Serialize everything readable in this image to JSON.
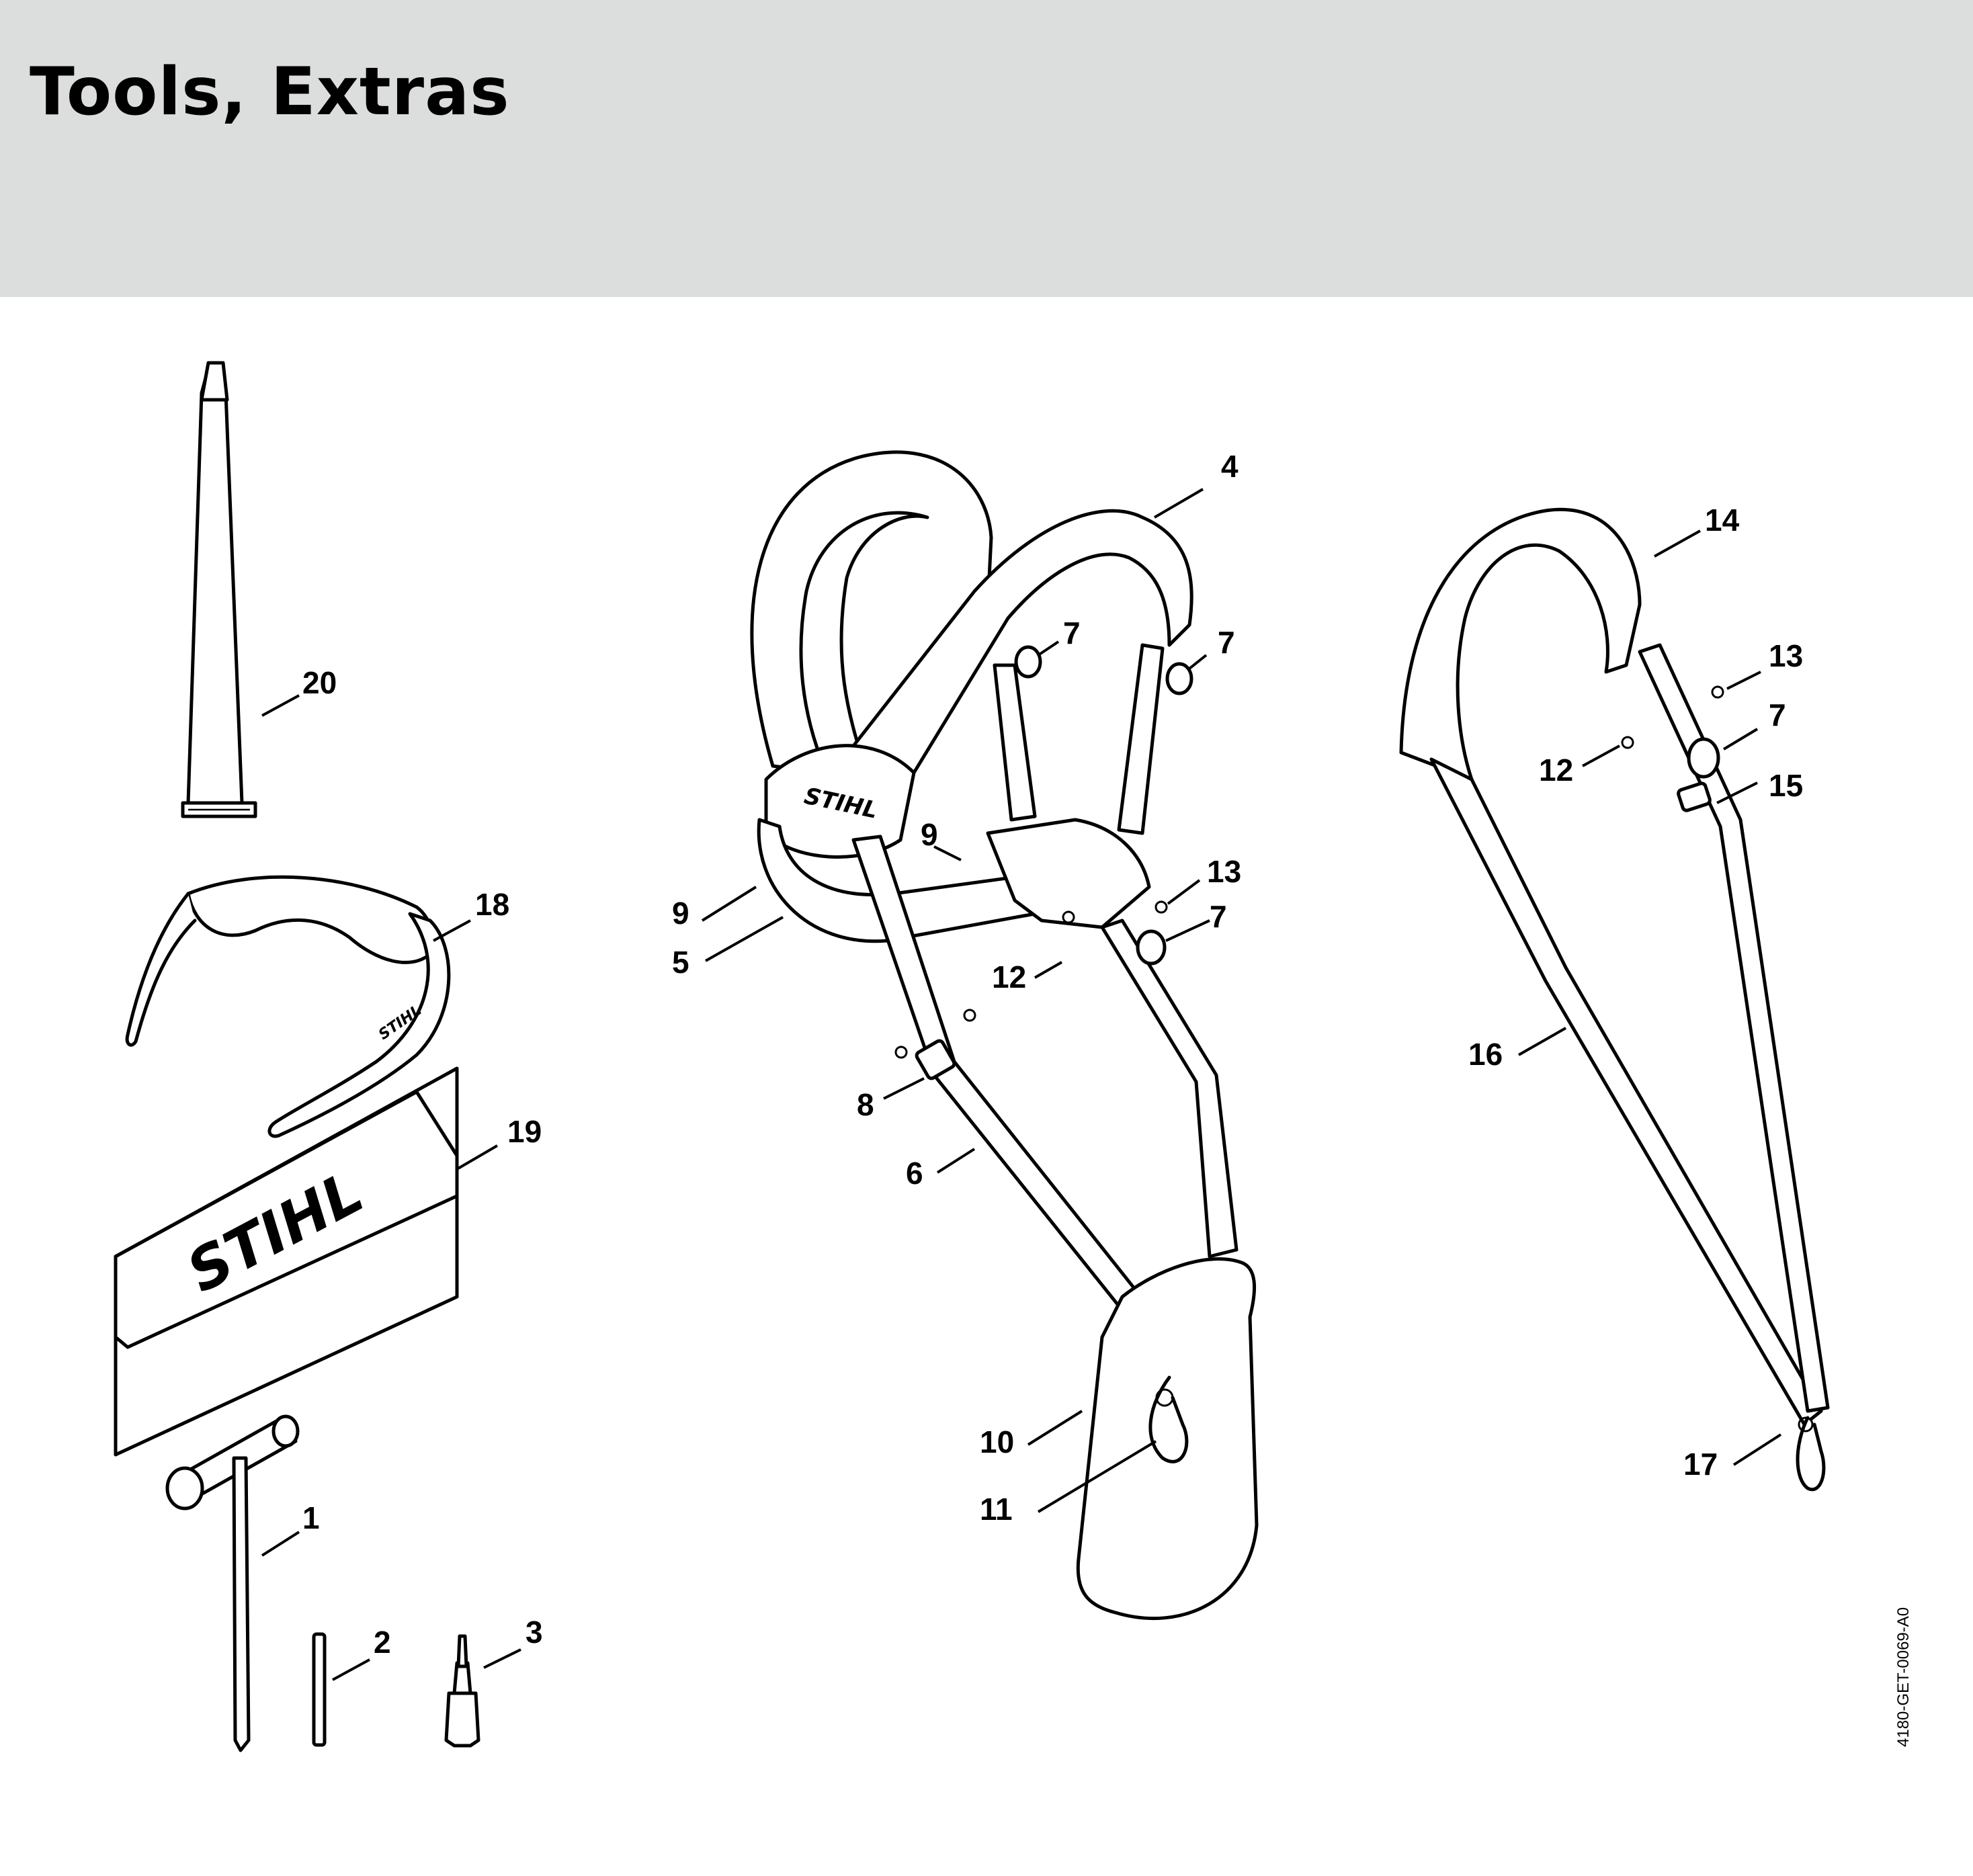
{
  "header": {
    "title": "Tools, Extras",
    "background": "#dcdedd"
  },
  "diagram": {
    "parts": [
      {
        "callout": "1",
        "part": "combination-wrench"
      },
      {
        "callout": "2",
        "part": "pin"
      },
      {
        "callout": "3",
        "part": "screwdriver"
      },
      {
        "callout": "4",
        "part": "full-harness"
      },
      {
        "callout": "5",
        "part": "hip-belt"
      },
      {
        "callout": "6",
        "part": "strap"
      },
      {
        "callout": "7",
        "part": "buckle"
      },
      {
        "callout": "7",
        "part": "buckle"
      },
      {
        "callout": "7",
        "part": "buckle"
      },
      {
        "callout": "7",
        "part": "buckle"
      },
      {
        "callout": "8",
        "part": "slide"
      },
      {
        "callout": "9",
        "part": "slide"
      },
      {
        "callout": "9",
        "part": "slide"
      },
      {
        "callout": "10",
        "part": "plate"
      },
      {
        "callout": "11",
        "part": "carbine-hook"
      },
      {
        "callout": "12",
        "part": "screw"
      },
      {
        "callout": "12",
        "part": "screw"
      },
      {
        "callout": "13",
        "part": "nut"
      },
      {
        "callout": "13",
        "part": "nut"
      },
      {
        "callout": "14",
        "part": "shoulder-strap"
      },
      {
        "callout": "15",
        "part": "strap"
      },
      {
        "callout": "16",
        "part": "slide"
      },
      {
        "callout": "17",
        "part": "carbine-hook"
      },
      {
        "callout": "18",
        "part": "safety-glasses"
      },
      {
        "callout": "19",
        "part": "tool-wallet"
      },
      {
        "callout": "20",
        "part": "grease-tube"
      }
    ],
    "brand_logo": "STIHL",
    "drawing_ref": "4180-GET-0069-A0"
  }
}
